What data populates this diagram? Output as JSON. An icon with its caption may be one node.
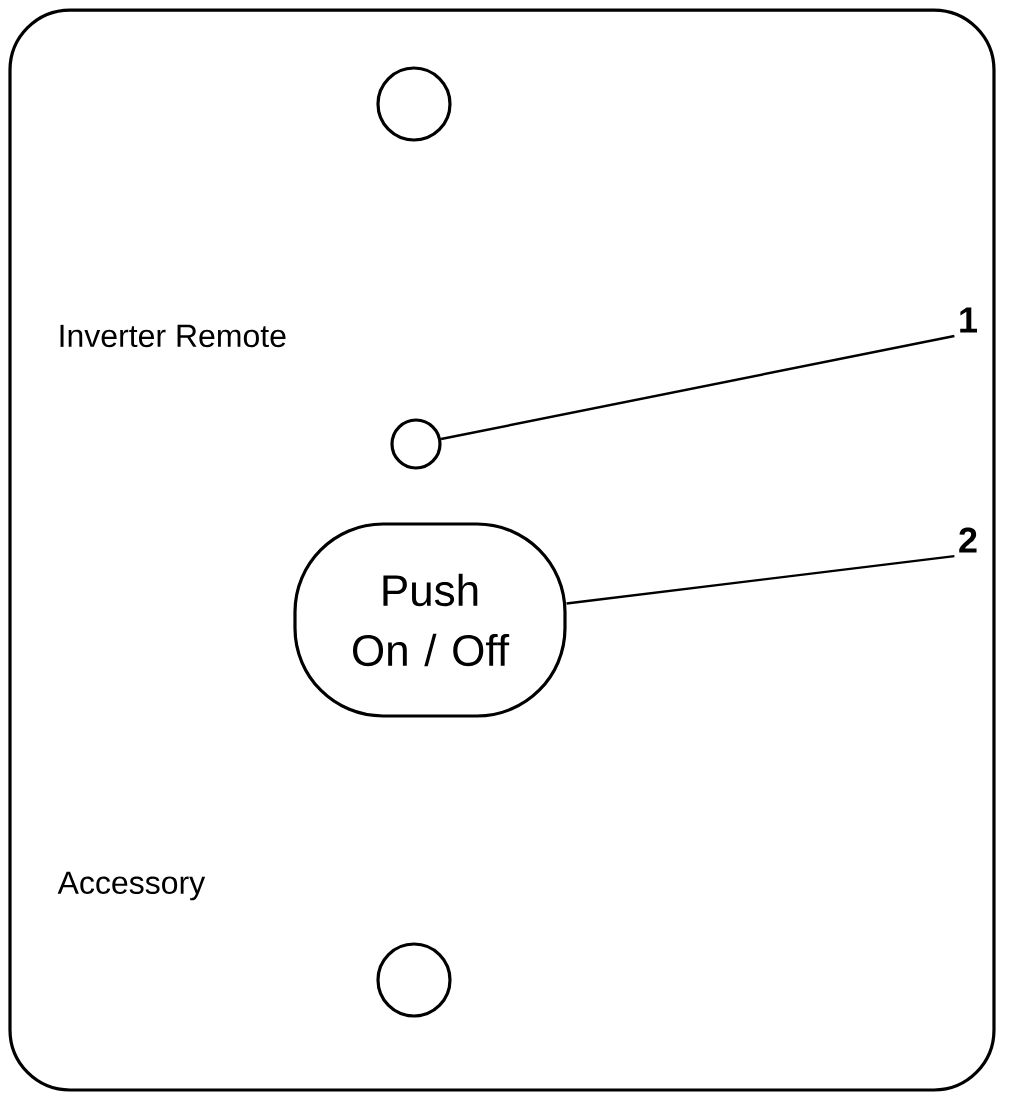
{
  "diagram": {
    "nodes": [
      {
        "text": [
          "Inverter Remote",
          "Accessory"
        ]
      },
      {
        "text": [],
        "shape": "circle",
        "in": 0
      },
      {
        "text": [
          "Push On / Off"
        ],
        "in": 0
      },
      {
        "text": [
          "1"
        ],
        "in": 0
      },
      {
        "text": [
          "2"
        ],
        "in": 0
      }
    ],
    "edges": [
      {
        "from": 3,
        "to": 1,
        "arrow": "none"
      },
      {
        "from": 4,
        "to": 2,
        "arrow": "none"
      }
    ]
  }
}
